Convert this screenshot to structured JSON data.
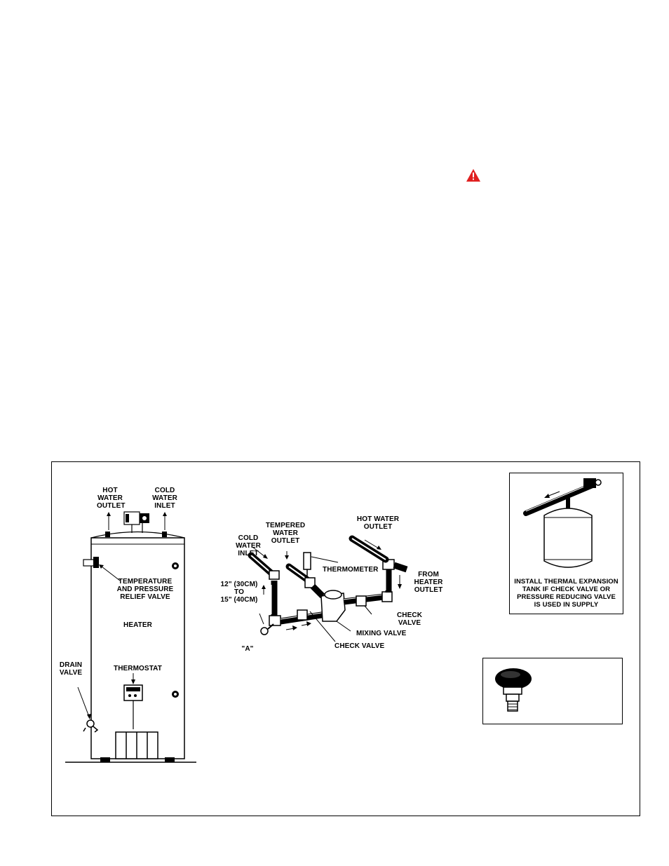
{
  "colors": {
    "warning": "#e02020",
    "ink": "#000000",
    "paper": "#ffffff"
  },
  "icons": {
    "warning": "warning-triangle-icon"
  },
  "heater_figure": {
    "hot_water_outlet": "HOT\nWATER\nOUTLET",
    "cold_water_inlet": "COLD\nWATER\nINLET",
    "tp_relief_valve": "TEMPERATURE\nAND PRESSURE\nRELIEF VALVE",
    "heater": "HEATER",
    "thermostat": "THERMOSTAT",
    "drain_valve": "DRAIN\nVALVE"
  },
  "mixing_figure": {
    "tempered_water_outlet": "TEMPERED\nWATER\nOUTLET",
    "cold_water_inlet": "COLD\nWATER\nINLET",
    "hot_water_outlet": "HOT WATER\nOUTLET",
    "thermometer": "THERMOMETER",
    "from_heater_outlet": "FROM\nHEATER\nOUTLET",
    "distance": "12\" (30CM)\nTO\n15\" (40CM)",
    "check_valve_right": "CHECK\nVALVE",
    "mixing_valve": "MIXING VALVE",
    "check_valve_bottom": "CHECK VALVE",
    "point_a": "\"A\""
  },
  "expansion_tank": {
    "caption": "INSTALL THERMAL EXPANSION\nTANK IF CHECK VALVE OR\nPRESSURE REDUCING VALVE\nIS USED IN SUPPLY"
  }
}
